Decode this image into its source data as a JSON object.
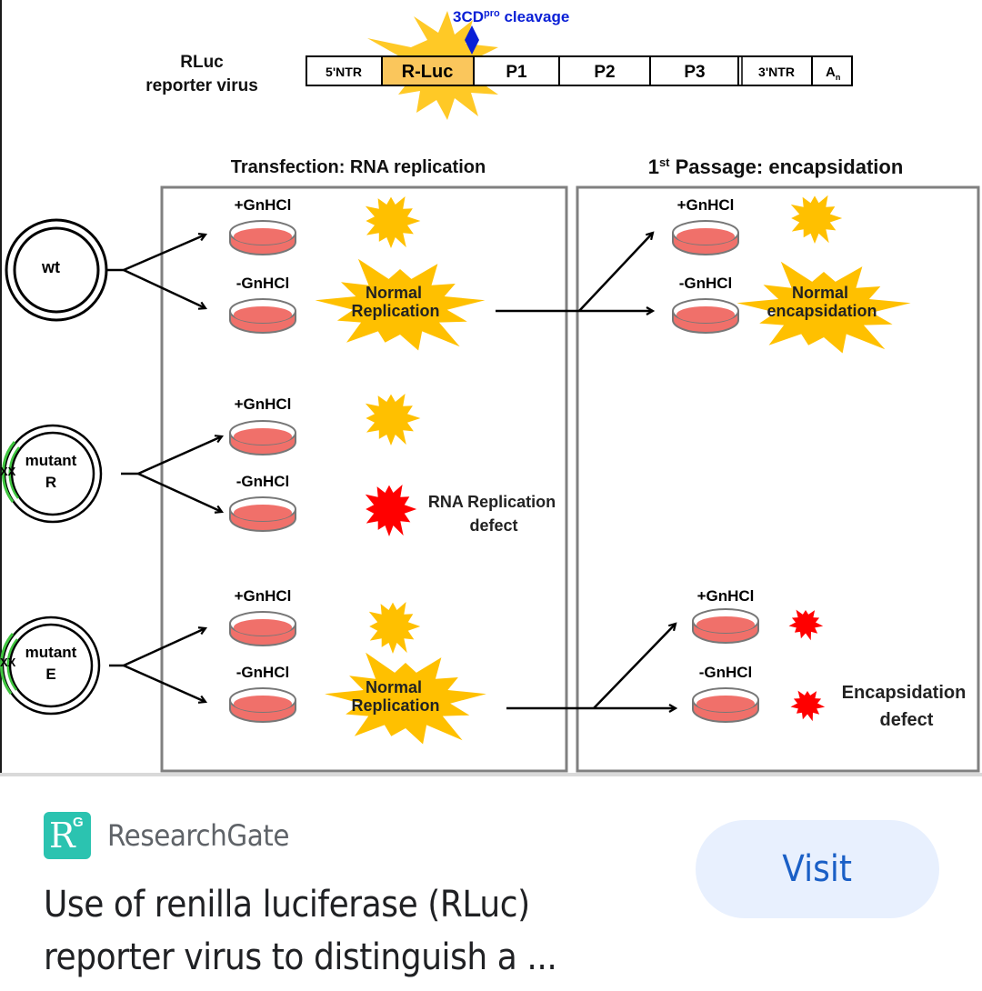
{
  "figure": {
    "genome": {
      "label_line1": "RLuc",
      "label_line2": "reporter virus",
      "segments": [
        "5'NTR",
        "R-Luc",
        "P1",
        "P2",
        "P3",
        "3'NTR",
        "A"
      ],
      "poly_a_subscript": "n",
      "cleavage_label": "3CD",
      "cleavage_superscript": "pro",
      "cleavage_suffix": " cleavage"
    },
    "panels": {
      "transfection_title": "Transfection: RNA replication",
      "passage_title_num": "1",
      "passage_title_sup": "st",
      "passage_title_rest": " Passage: encapsidation"
    },
    "constructs": [
      {
        "line1": "wt",
        "line2": ""
      },
      {
        "line1": "mutant",
        "line2": "R",
        "mark": "XX"
      },
      {
        "line1": "mutant",
        "line2": "E",
        "mark": "XX"
      }
    ],
    "dish_labels": {
      "plus": "+GnHCl",
      "minus": "-GnHCl"
    },
    "outcomes": {
      "normal_replication": [
        "Normal",
        "Replication"
      ],
      "rna_replication_defect": [
        "RNA Replication",
        "defect"
      ],
      "normal_encapsidation": [
        "Normal",
        "encapsidation"
      ],
      "encapsidation_defect": [
        "Encapsidation",
        "defect"
      ]
    },
    "colors": {
      "burst_yellow": "#ffc000",
      "burst_red": "#ff0000",
      "dish_fill": "#f0706a",
      "rluc_fill": "#f9c04a",
      "cleavage_blue": "#0a1fd6",
      "box_border": "#808080"
    }
  },
  "result_card": {
    "source_name": "ResearchGate",
    "logo_letter": "R",
    "logo_superscript": "G",
    "title_line1": "Use of renilla luciferase (RLuc)",
    "title_line2": "reporter virus to distinguish a ...",
    "visit_label": "Visit"
  }
}
